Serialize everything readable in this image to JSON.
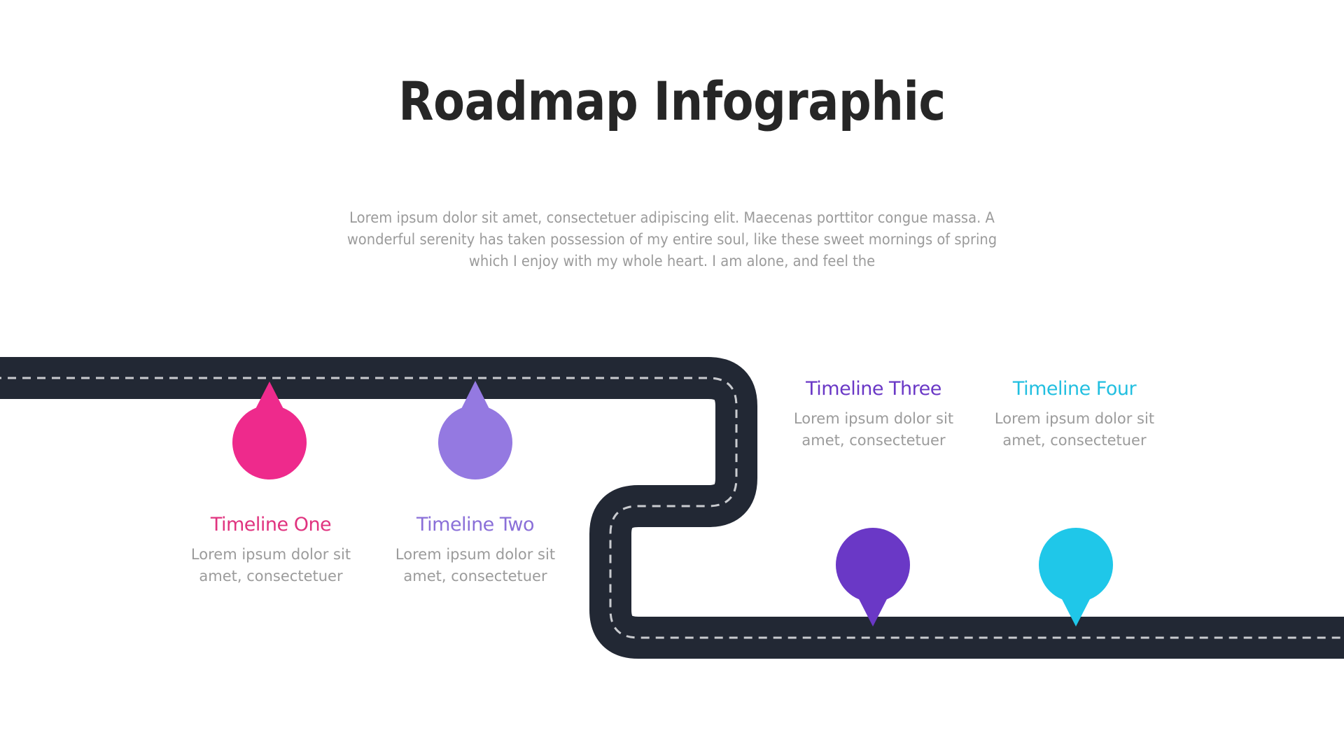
{
  "header": {
    "title": "Roadmap Infographic",
    "intro": "Lorem ipsum dolor sit amet, consectetuer adipiscing elit. Maecenas porttitor congue massa. A wonderful serenity has taken possession of my entire soul, like these sweet mornings of spring which I enjoy with my whole heart. I am alone, and feel the"
  },
  "road": {
    "color": "#222834",
    "dash_color": "#c9cbcf"
  },
  "milestones": [
    {
      "title": "Timeline One",
      "body": "Lorem ipsum dolor sit amet, consectetuer",
      "color": "#ee2a8c",
      "title_color": "#e0337f",
      "icon": "map-pin-icon"
    },
    {
      "title": "Timeline Two",
      "body": "Lorem ipsum dolor sit amet, consectetuer",
      "color": "#9479e1",
      "title_color": "#8a6fd8",
      "icon": "map-pin-icon"
    },
    {
      "title": "Timeline Three",
      "body": "Lorem ipsum dolor sit amet, consectetuer",
      "color": "#6a38c6",
      "title_color": "#6a38c6",
      "icon": "map-pin-icon"
    },
    {
      "title": "Timeline Four",
      "body": "Lorem ipsum dolor sit amet, consectetuer",
      "color": "#1fc7e9",
      "title_color": "#22bfe0",
      "icon": "map-pin-icon"
    }
  ]
}
